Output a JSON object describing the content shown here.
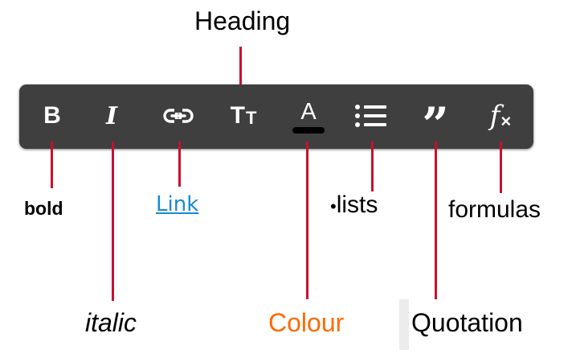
{
  "toolbar": {
    "buttons": [
      {
        "name": "bold",
        "glyph": "B",
        "icon": "bold-icon"
      },
      {
        "name": "italic",
        "glyph": "I",
        "icon": "italic-icon"
      },
      {
        "name": "link",
        "icon": "link-icon"
      },
      {
        "name": "heading",
        "glyph_large": "T",
        "glyph_small": "T",
        "icon": "text-size-icon"
      },
      {
        "name": "colour",
        "glyph": "A",
        "icon": "font-color-icon"
      },
      {
        "name": "lists",
        "icon": "bulleted-list-icon"
      },
      {
        "name": "quotation",
        "glyph": "”",
        "icon": "quote-icon"
      },
      {
        "name": "formulas",
        "glyph_f": "f",
        "glyph_x": "×",
        "icon": "formula-icon"
      }
    ]
  },
  "labels": {
    "heading": "Heading",
    "bold": "bold",
    "link": "Link",
    "lists_bullet": "•",
    "lists": "lists",
    "formulas": "formulas",
    "italic": "italic",
    "colour": "Colour",
    "quotation": "Quotation"
  },
  "colors": {
    "toolbar_bg": "#3f3f3f",
    "icon": "#ffffff",
    "callout_line": "#c8102e",
    "link_text": "#1a8ad4",
    "colour_text": "#ff6a00",
    "colour_underline": "#000000"
  }
}
